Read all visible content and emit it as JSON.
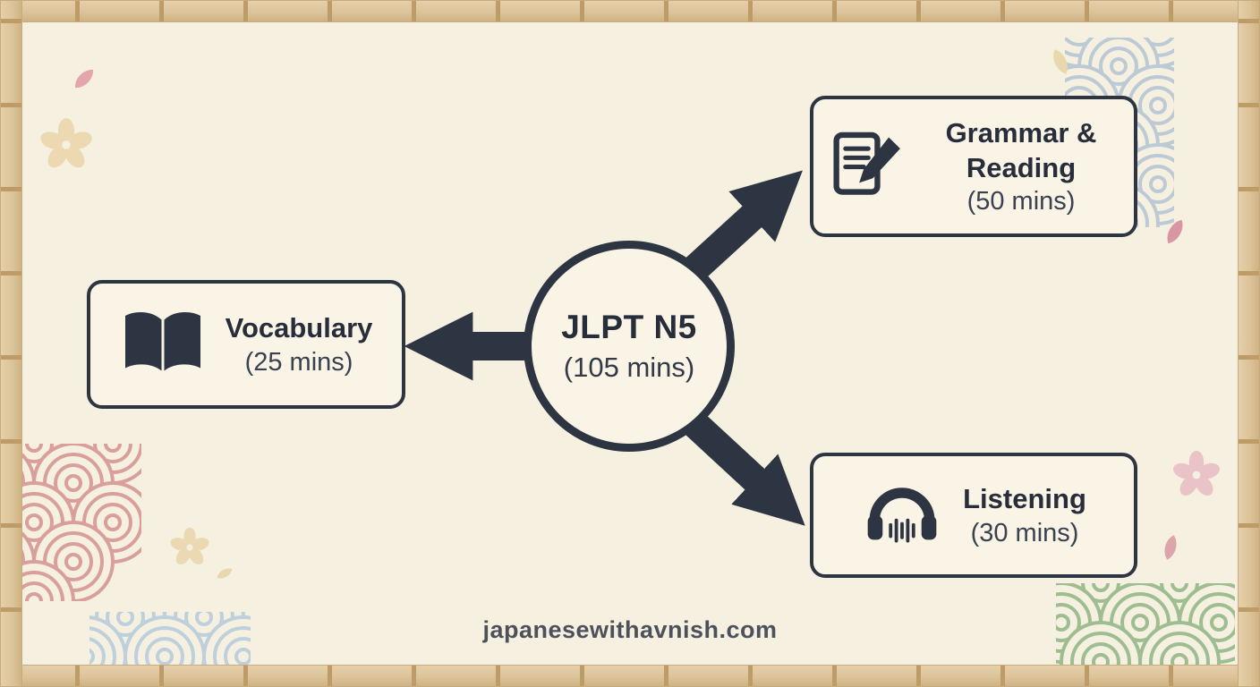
{
  "diagram": {
    "center": {
      "title": "JLPT N5",
      "duration": "(105 mins)"
    },
    "nodes": [
      {
        "id": "vocabulary",
        "label": "Vocabulary",
        "duration": "(25 mins)",
        "icon": "book-icon"
      },
      {
        "id": "grammar-reading",
        "label": "Grammar & Reading",
        "duration": "(50 mins)",
        "icon": "pencil-paper-icon"
      },
      {
        "id": "listening",
        "label": "Listening",
        "duration": "(30 mins)",
        "icon": "headphones-icon"
      }
    ],
    "footer": "japanesewithavnish.com"
  },
  "colors": {
    "ink": "#2e3542",
    "background": "#f6f0e0",
    "bamboo_frame": "#dcc399",
    "seigaiha_blue": "#a9bed3",
    "seigaiha_pink": "#d5918e",
    "seigaiha_light_blue": "#b7cddc",
    "seigaiha_green": "#8fb584",
    "sakura_pink": "#e3a6ad",
    "sakura_tan": "#ecd9b1"
  }
}
